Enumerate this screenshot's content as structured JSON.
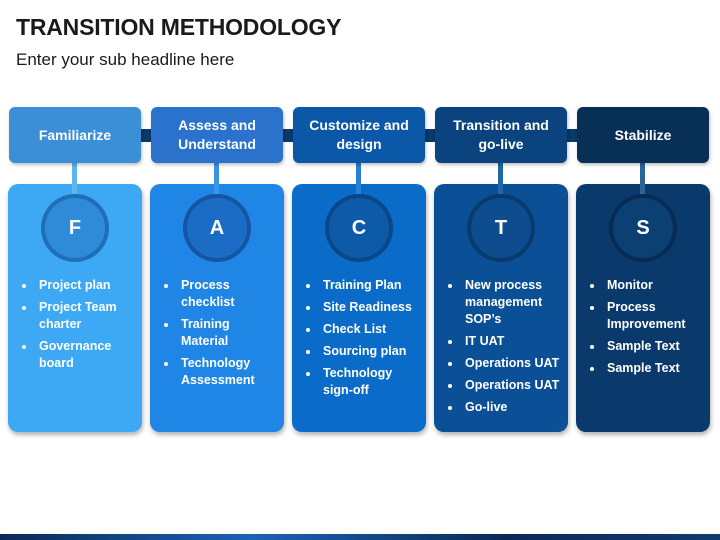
{
  "header": {
    "title": "TRANSITION METHODOLOGY",
    "subtitle": "Enter your sub headline here"
  },
  "phases": [
    {
      "label": "Familiarize",
      "letter": "F",
      "items": [
        "Project plan",
        "Project Team charter",
        "Governance board"
      ],
      "colors": {
        "head": "#3a8fd6",
        "card": "#3da9f5",
        "circle": "#2f8ad8",
        "ring": "#1e6fb8",
        "stem": "#5cb6f0"
      }
    },
    {
      "label": "Assess and Understand",
      "letter": "A",
      "items": [
        "Process checklist",
        "Training Material",
        "Technology Assessment"
      ],
      "colors": {
        "head": "#2a72cc",
        "card": "#1f86e6",
        "circle": "#1b6cc4",
        "ring": "#1456a3",
        "stem": "#3b95e6"
      }
    },
    {
      "label": "Customize and design",
      "letter": "C",
      "items": [
        "Training Plan",
        "Site Readiness",
        "Check List",
        "Sourcing plan",
        "Technology sign-off"
      ],
      "colors": {
        "head": "#0c58a8",
        "card": "#0a6cc8",
        "circle": "#0d5aa8",
        "ring": "#0a4788",
        "stem": "#2a7fcf"
      }
    },
    {
      "label": "Transition and go-live",
      "letter": "T",
      "items": [
        "New process management SOP’s",
        "IT UAT",
        "Operations UAT",
        "Operations UAT",
        "Go-live"
      ],
      "colors": {
        "head": "#0a437e",
        "card": "#0b4f96",
        "circle": "#0d4d8f",
        "ring": "#093a6e",
        "stem": "#2066a8"
      }
    },
    {
      "label": "Stabilize",
      "letter": "S",
      "items": [
        "Monitor",
        "Process Improvement",
        "Sample Text",
        "Sample Text"
      ],
      "colors": {
        "head": "#082f56",
        "card": "#0a3a6b",
        "circle": "#0c3f72",
        "ring": "#072b52",
        "stem": "#2a6596"
      }
    }
  ]
}
